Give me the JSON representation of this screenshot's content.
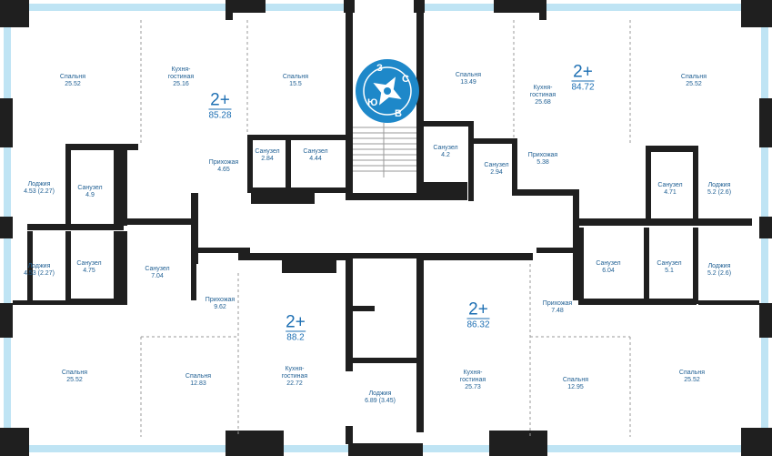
{
  "apartments": [
    {
      "type": "2+",
      "area": "85.28"
    },
    {
      "type": "2+",
      "area": "84.72"
    },
    {
      "type": "2+",
      "area": "88.2"
    },
    {
      "type": "2+",
      "area": "86.32"
    }
  ],
  "compass": {
    "n": "С",
    "s": "Ю",
    "e": "В",
    "w": "З",
    "color": "#1e88c9"
  },
  "rooms": [
    {
      "name": "Спальня",
      "area": "25.52"
    },
    {
      "name": "Кухня-\nгостиная",
      "area": "25.16"
    },
    {
      "name": "Спальня",
      "area": "15.5"
    },
    {
      "name": "Спальня",
      "area": "13.49"
    },
    {
      "name": "Кухня-\nгостиная",
      "area": "25.68"
    },
    {
      "name": "Спальня",
      "area": "25.52"
    },
    {
      "name": "Санузел",
      "area": "2.84"
    },
    {
      "name": "Санузел",
      "area": "4.44"
    },
    {
      "name": "Прихожая",
      "area": "4.65"
    },
    {
      "name": "Санузел",
      "area": "4.2"
    },
    {
      "name": "Санузел",
      "area": "2.94"
    },
    {
      "name": "Прихожая",
      "area": "5.38"
    },
    {
      "name": "Лоджия",
      "area": "4.53 (2.27)"
    },
    {
      "name": "Санузел",
      "area": "4.9"
    },
    {
      "name": "Санузел",
      "area": "4.71"
    },
    {
      "name": "Лоджия",
      "area": "5.2 (2.6)"
    },
    {
      "name": "Лоджия",
      "area": "4.53 (2.27)"
    },
    {
      "name": "Санузел",
      "area": "4.75"
    },
    {
      "name": "Санузел",
      "area": "7.04"
    },
    {
      "name": "Санузел",
      "area": "6.04"
    },
    {
      "name": "Санузел",
      "area": "5.1"
    },
    {
      "name": "Лоджия",
      "area": "5.2 (2.6)"
    },
    {
      "name": "Прихожая",
      "area": "9.62"
    },
    {
      "name": "Прихожая",
      "area": "7.48"
    },
    {
      "name": "Спальня",
      "area": "25.52"
    },
    {
      "name": "Спальня",
      "area": "12.83"
    },
    {
      "name": "Кухня-\nгостиная",
      "area": "22.72"
    },
    {
      "name": "Лоджия",
      "area": "6.89 (3.45)"
    },
    {
      "name": "Кухня-\nгостиная",
      "area": "25.73"
    },
    {
      "name": "Спальня",
      "area": "12.95"
    },
    {
      "name": "Спальня",
      "area": "25.52"
    }
  ]
}
